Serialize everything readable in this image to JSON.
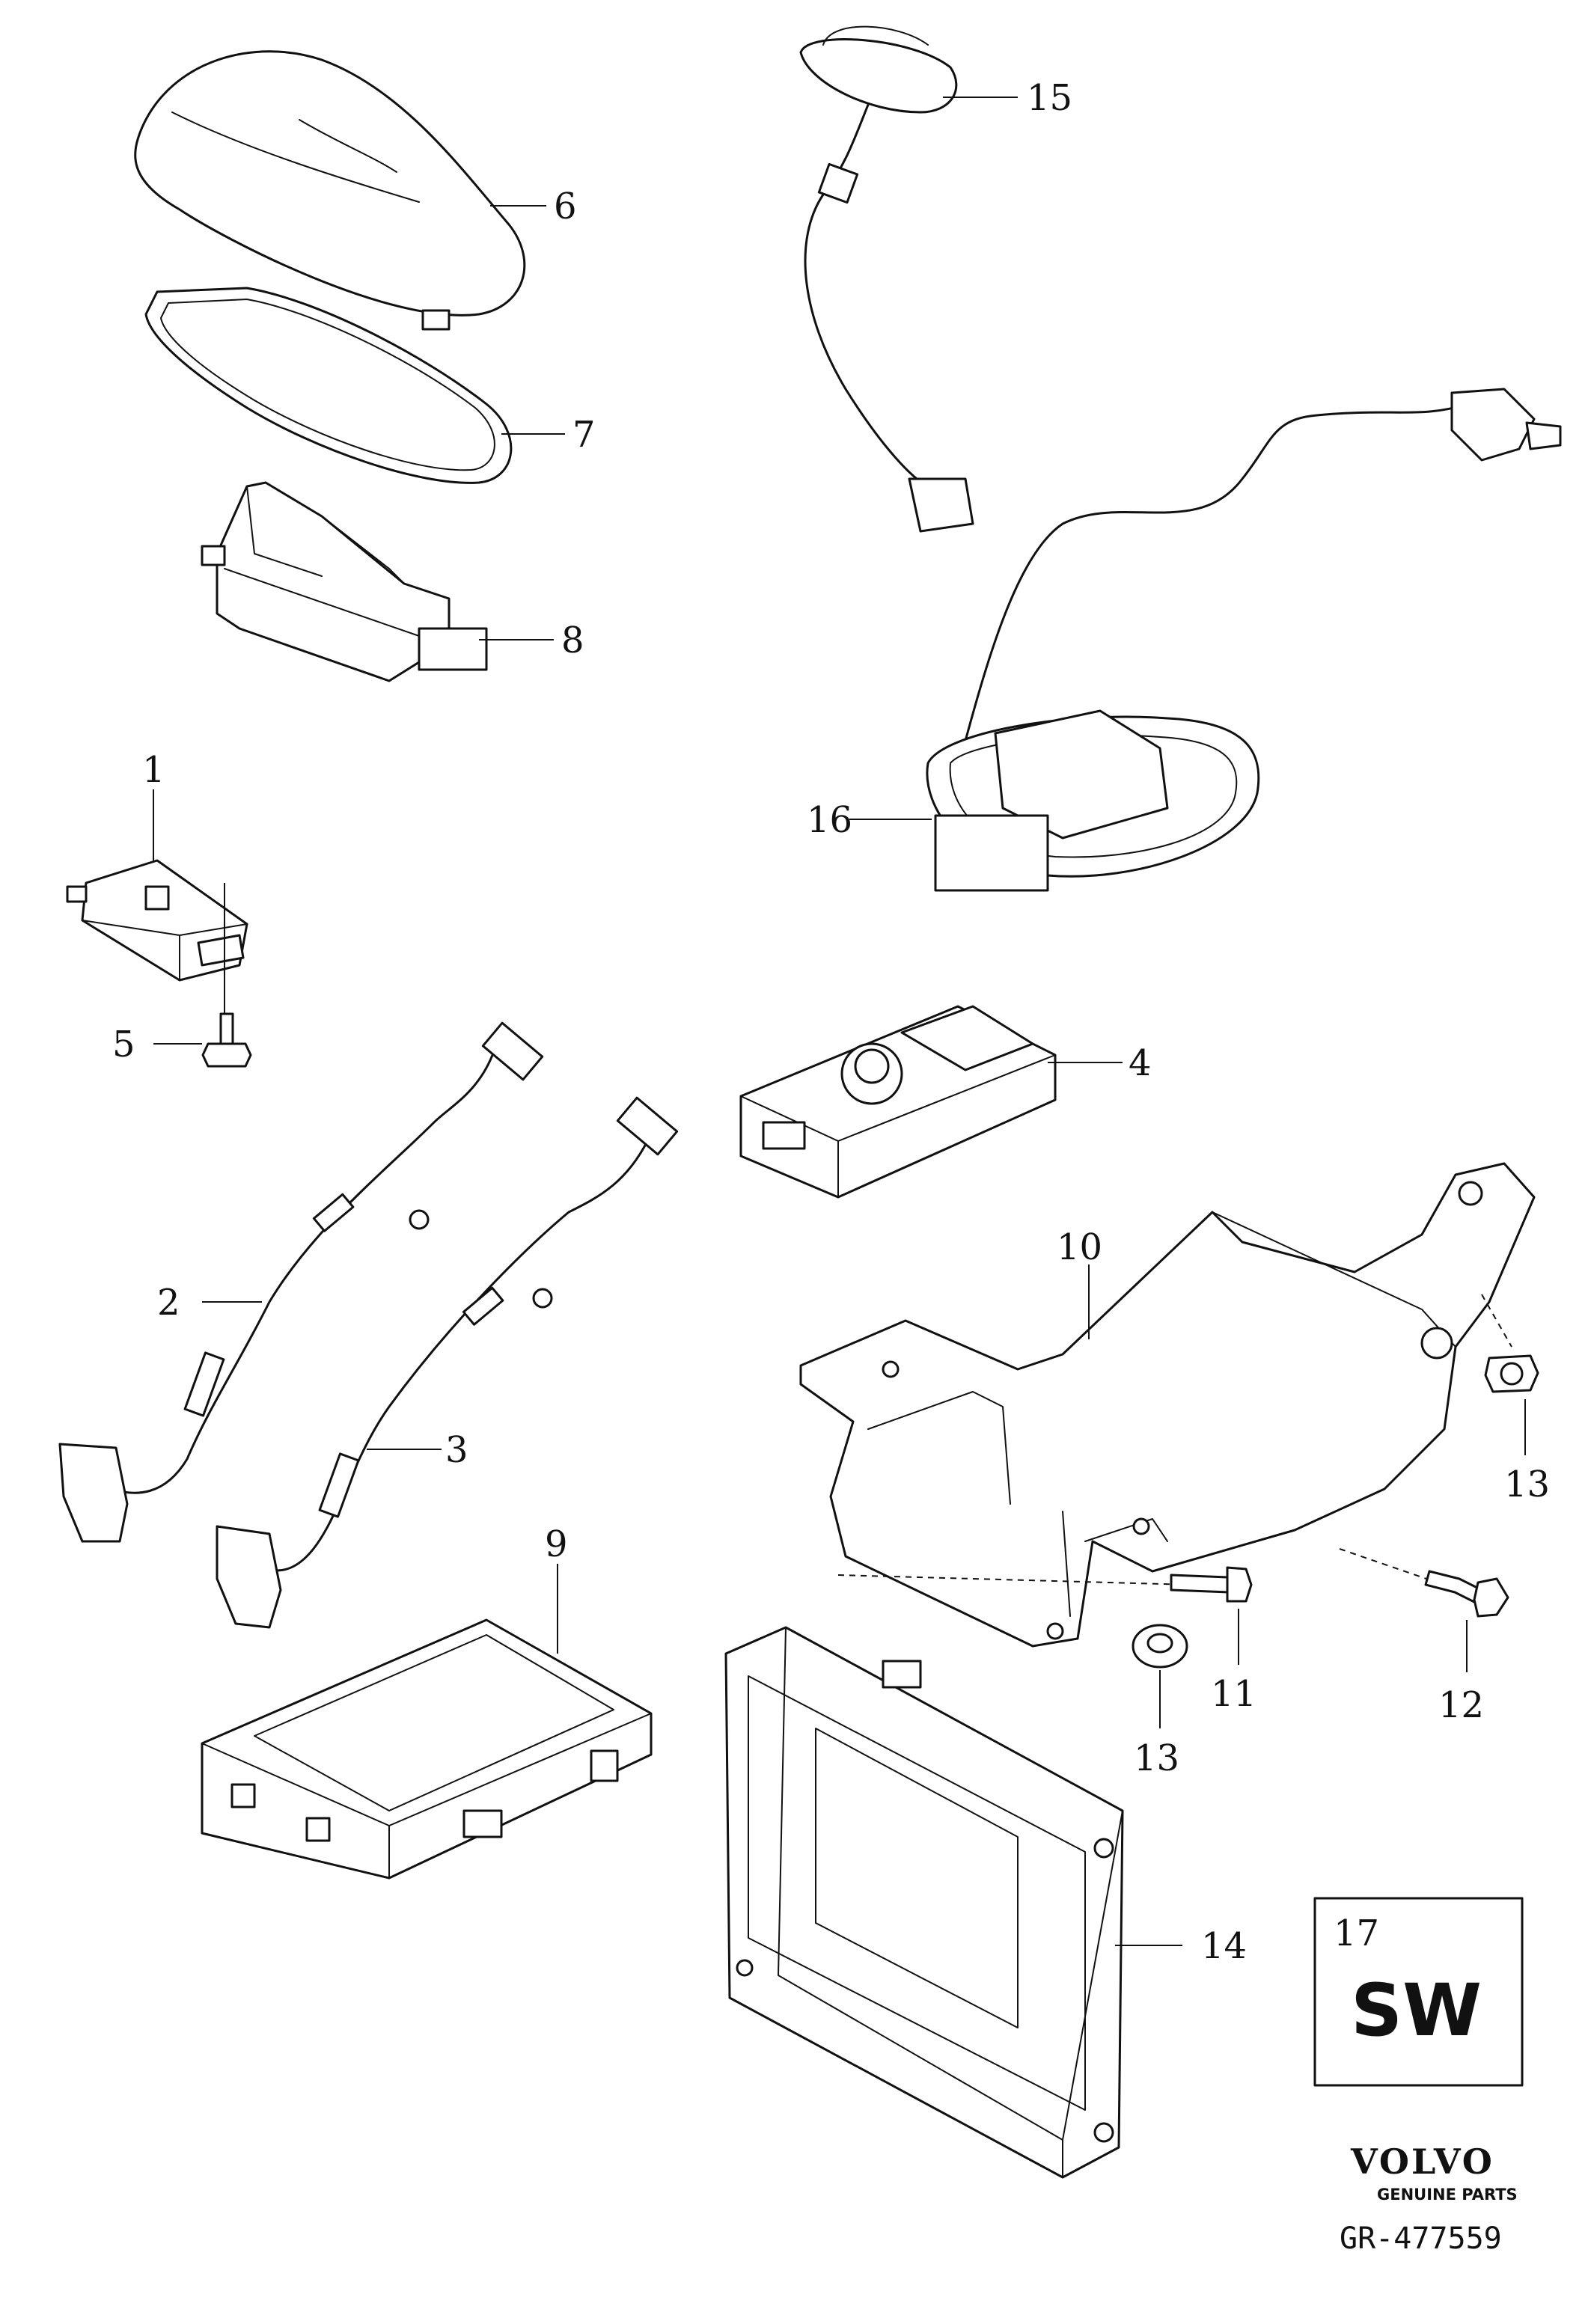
{
  "callouts": {
    "c1": "1",
    "c2": "2",
    "c3": "3",
    "c4": "4",
    "c5": "5",
    "c6": "6",
    "c7": "7",
    "c8": "8",
    "c9": "9",
    "c10": "10",
    "c11": "11",
    "c12": "12",
    "c13a": "13",
    "c13b": "13",
    "c14": "14",
    "c15": "15",
    "c16": "16"
  },
  "box": {
    "number": "17",
    "code": "SW"
  },
  "brand": {
    "name": "VOLVO",
    "tagline": "GENUINE PARTS"
  },
  "reference": "GR-477559"
}
